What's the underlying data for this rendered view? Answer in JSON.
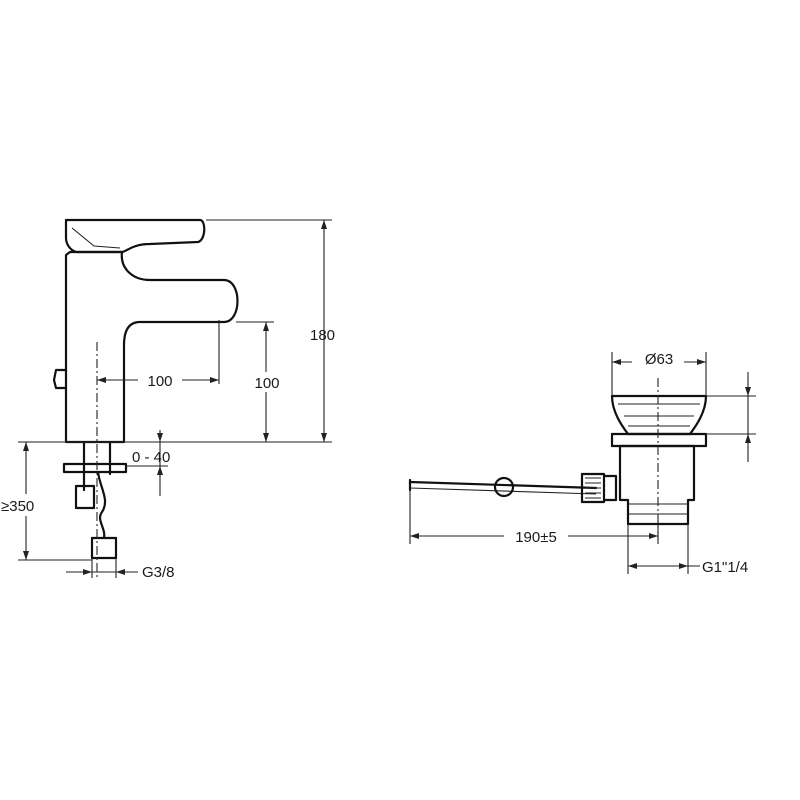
{
  "dimensions": {
    "spout_reach": "100",
    "spout_height": "100",
    "total_height": "180",
    "deck_thickness": "0 - 40",
    "hose_length": "≥350",
    "inlet_thread": "G3/8",
    "waste_diameter": "Ø63",
    "rod_length": "190±5",
    "waste_thread": "G1\"1/4"
  }
}
